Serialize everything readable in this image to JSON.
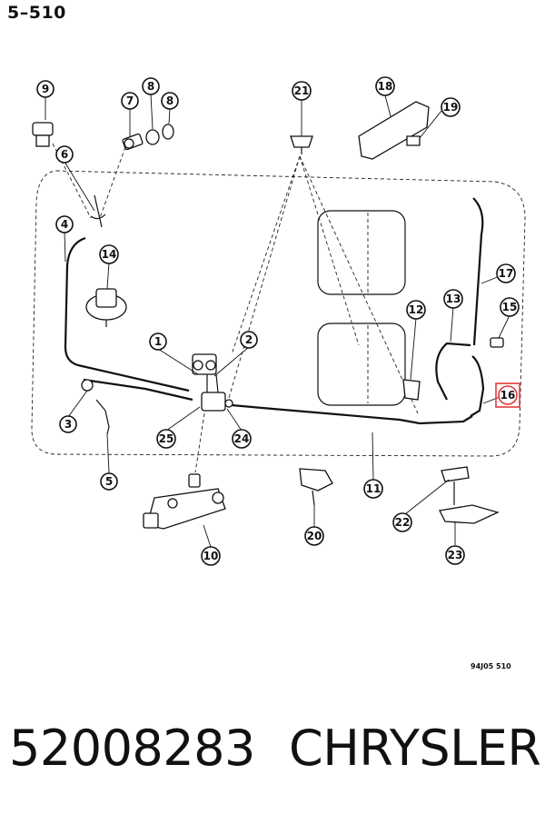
{
  "page_code": "5–510",
  "figure_code": "94J05  510",
  "part_number": "52008283",
  "brand": "CHRYSLER",
  "highlight_color": "#e23b3b",
  "highlighted_callout": "16",
  "callouts": [
    "1",
    "2",
    "3",
    "4",
    "5",
    "6",
    "7",
    "8",
    "9",
    "10",
    "11",
    "12",
    "13",
    "14",
    "15",
    "16",
    "17",
    "18",
    "19",
    "20",
    "21",
    "22",
    "23",
    "24",
    "25"
  ]
}
